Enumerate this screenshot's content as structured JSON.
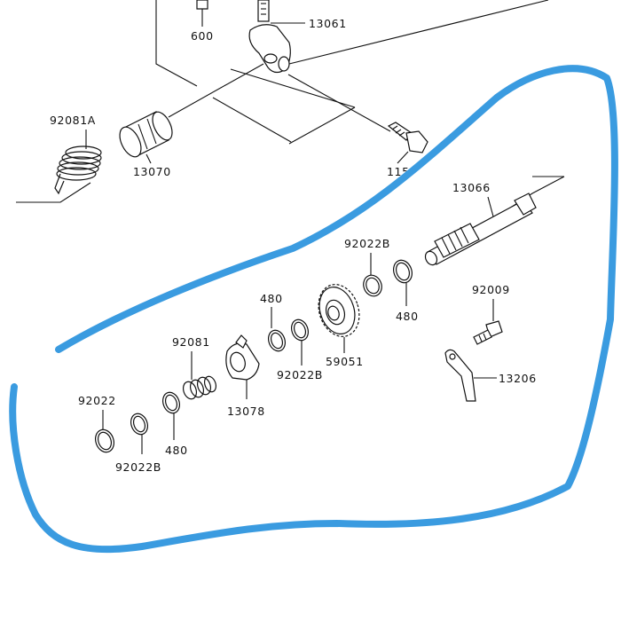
{
  "labels": {
    "p600": "600",
    "p13061": "13061",
    "p92081A": "92081A",
    "p13070": "13070",
    "p115": "115",
    "p13066": "13066",
    "p92022B_top": "92022B",
    "p480_right": "480",
    "p92009": "92009",
    "p480_mid": "480",
    "p92022B_mid": "92022B",
    "p59051": "59051",
    "p92081": "92081",
    "p13078": "13078",
    "p13206": "13206",
    "p92022": "92022",
    "p480_low": "480",
    "p92022B_low": "92022B"
  },
  "annotation": {
    "color": "#3a9be0",
    "shape": "hand-drawn-loop"
  }
}
